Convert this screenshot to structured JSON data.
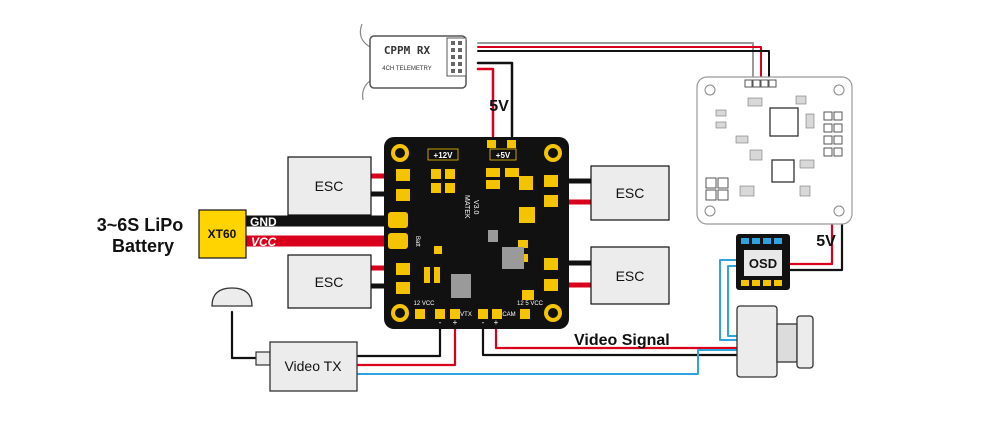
{
  "battery": {
    "label": "3~6S LiPo",
    "label2": "Battery",
    "connector": "XT60"
  },
  "power_leads": {
    "gnd": "GND",
    "vcc": "VCC"
  },
  "esc": {
    "front_left": "ESC",
    "rear_left": "ESC",
    "front_right": "ESC",
    "rear_right": "ESC"
  },
  "receiver": {
    "title": "CPPM RX",
    "subtitle": "4CH TELEMETRY"
  },
  "pdb": {
    "rail_12v": "+12V",
    "rail_5v": "+5V",
    "name": "MATEK",
    "version": "V3.0",
    "batt": "Batt",
    "vtx_pad_label": "12 VCC",
    "vtx_label": "VTX",
    "cam_label": "CAM",
    "cam_pad_label": "12 5 VCC",
    "plus_minus": [
      "-",
      "+",
      "-",
      "+"
    ]
  },
  "labels": {
    "rx_5v": "5V",
    "osd_5v": "5V",
    "video_signal": "Video Signal"
  },
  "video_tx": {
    "label": "Video TX"
  },
  "osd": {
    "label": "OSD"
  },
  "colors": {
    "wire_red": "#d9001b",
    "wire_black": "#111111",
    "wire_blue": "#2ea3dd",
    "wire_gray": "#9a9a9a",
    "pdb_board": "#111111",
    "pad_gold": "#f5c400",
    "xt60": "#ffd400",
    "esc_fill": "#ececec",
    "osd_board": "#111111"
  }
}
